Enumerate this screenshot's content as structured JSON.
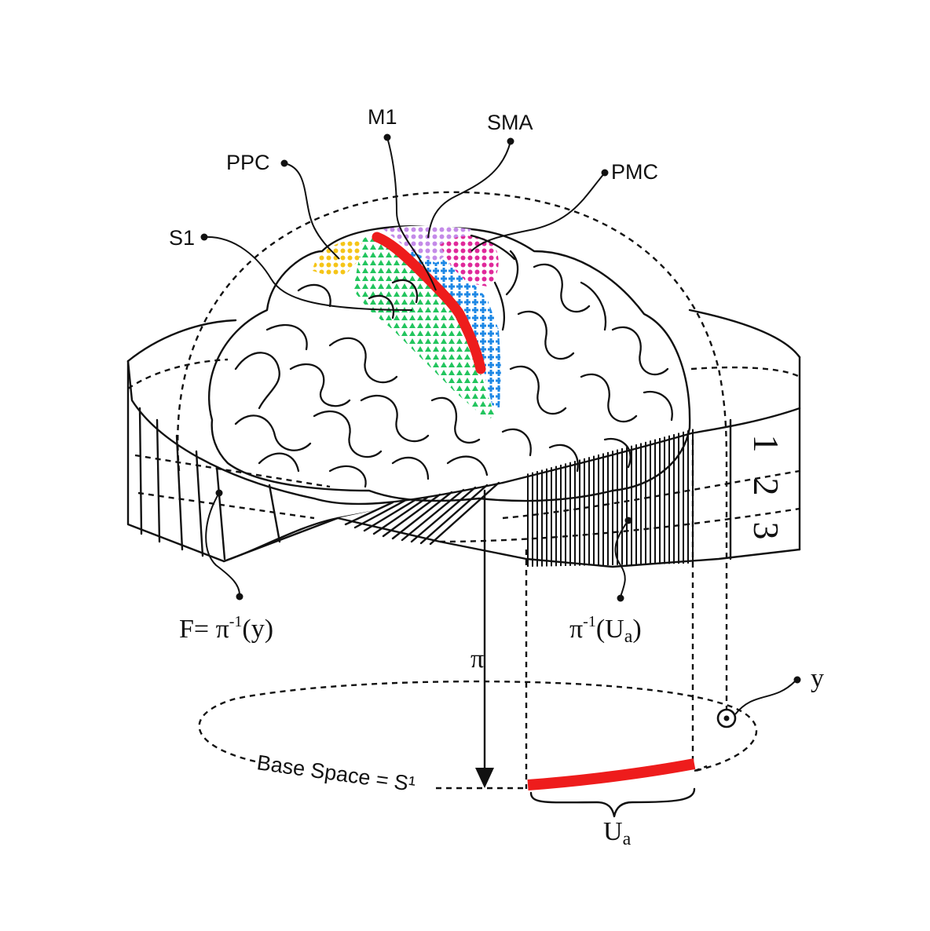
{
  "labels": {
    "m1": "M1",
    "sma": "SMA",
    "ppc": "PPC",
    "pmc": "PMC",
    "s1": "S1",
    "fiber": "F= π",
    "fiber_sup": "-1",
    "fiber_arg": "(y)",
    "preimage": "π",
    "preimage_sup": "-1",
    "preimage_arg_open": "(U",
    "preimage_sub": "a",
    "preimage_arg_close": ")",
    "projection": "π",
    "point_y": "y",
    "base_space": "Base Space = S¹",
    "open_set": "U",
    "open_set_sub": "a",
    "band_1": "1",
    "band_2": "2",
    "band_3": "3"
  },
  "colors": {
    "m1": "#ee1c1c",
    "s1": "#22c55e",
    "ppc": "#f5c518",
    "sma": "#c48be8",
    "pmc": "#e0299a",
    "cortex_blue": "#1e88e5",
    "open_set": "#ee1c1c"
  }
}
